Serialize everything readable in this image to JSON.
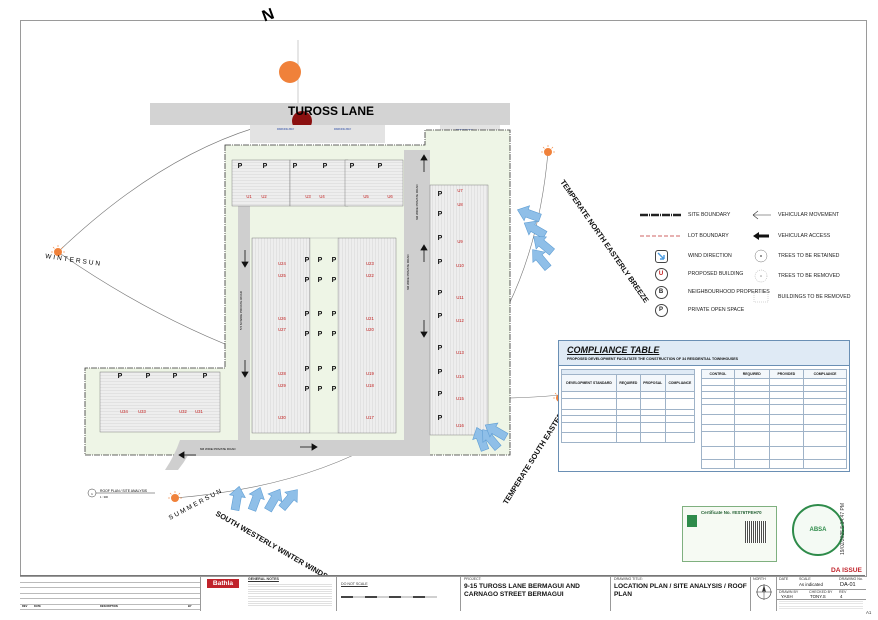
{
  "north_label": "N",
  "road_title": "TUROSS LANE",
  "parking_labels": [
    "PARKING BAY",
    "PARKING BAY",
    "PARKING BAY"
  ],
  "breezes": {
    "ne": "TEMPERATE NORTH EASTERLY BREEZE",
    "se": "TEMPERATE SOUTH EASTERLY BREEZE",
    "sw": "SOUTH WESTERLY WINTER WINDS",
    "wintersun": "WINTERSUN",
    "summersun": "SUMMERSUN"
  },
  "roads": {
    "west": "5.5 M WIDE PRIVATE ROAD",
    "centre": "6M WIDE PRIVATE ROAD",
    "east": "6M WIDE PRIVATE ROAD",
    "south": "6M WIDE PRIVATE ROAD"
  },
  "units_top": [
    "U1",
    "U2",
    "U3",
    "U4",
    "U5",
    "U6"
  ],
  "units_mid_left": [
    "U24",
    "U25",
    "U26",
    "U27",
    "U28",
    "U29",
    "U30"
  ],
  "units_mid_right": [
    "U23",
    "U22",
    "U21",
    "U20",
    "U19",
    "U18",
    "U17"
  ],
  "units_east": [
    "U7",
    "U8",
    "U9",
    "U10",
    "U11",
    "U12",
    "U13",
    "U14",
    "U15",
    "U16"
  ],
  "units_sw": [
    "U34",
    "U33",
    "U32",
    "U31"
  ],
  "pos_marker": "P",
  "plan_caption": {
    "num": "1",
    "title": "ROOF PLAN / SITE ANALYSIS",
    "scale": "1 : 300"
  },
  "legend": {
    "site_boundary": "SITE BOUNDARY",
    "lot_boundary": "LOT BOUNDARY",
    "wind_direction": "WIND DIRECTION",
    "proposed_building": "PROPOSED BUILDING",
    "neighbourhood": "NEIGHBOURHOOD PROPERTIES",
    "private_open_space": "PRIVATE OPEN SPACE",
    "vehicular_movement": "VEHICULAR MOVEMENT",
    "vehicular_access": "VEHICULAR ACCESS",
    "trees_retained": "TREES TO BE RETAINED",
    "trees_removed": "TREES TO BE REMOVED",
    "buildings_removed": "BUILDINGS TO BE REMOVED",
    "sym_u": "U",
    "sym_b": "B",
    "sym_p": "P"
  },
  "compliance": {
    "title": "COMPLIANCE TABLE",
    "subtitle": "PROPOSED DEVELOPMENT FACILITATE THE CONSTRUCTION OF 34 RESIDENTIAL TOWNHOUSES",
    "left_headers": [
      "DEVELOPMENT STANDARD",
      "REQUIRED",
      "PROPOSAL",
      "COMPLIANCE"
    ],
    "right_headers": [
      "CONTROL",
      "REQUIRED",
      "PROVIDED",
      "COMPLIANCE"
    ]
  },
  "certificate": {
    "title": "Certificate No. #ES76TFEH70"
  },
  "stamp_text": "ABSA",
  "status": "DA ISSUE",
  "side_date": "19/02/2025 5:14:47 PM",
  "titleblock": {
    "company": "Bathla",
    "general_notes": "GENERAL NOTES",
    "do_not_scale": "DO NOT SCALE",
    "project_label": "PROJECT:",
    "project": "9-15 TUROSS LANE BERMAGUI AND CARNAGO STREET BERMAGUI",
    "drawing_title_label": "DRAWING TITLE:",
    "drawing_title": "LOCATION PLAN / SITE ANALYSIS / ROOF PLAN",
    "north": "NORTH",
    "date_label": "DATE",
    "scale_label": "SCALE",
    "scale": "As indicated",
    "drawing_no_label": "DRAWING No.",
    "drawing_no": "DA-01",
    "drawn_label": "DRAWN BY",
    "drawn": "YASH",
    "checked_label": "CHECKED BY",
    "checked": "TONY.S",
    "rev_label": "REV",
    "rev": "4",
    "rev_table_headers": [
      "REV",
      "DATE",
      "DESCRIPTION",
      "BY"
    ]
  },
  "sheet_size": "A1"
}
